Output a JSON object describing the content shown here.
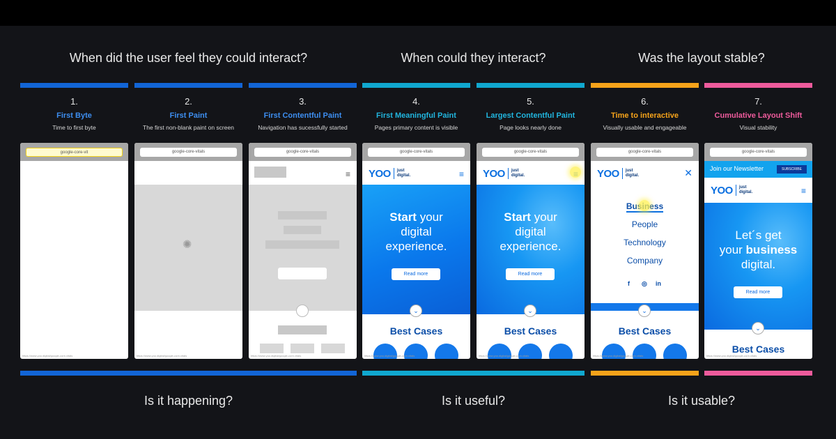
{
  "colors": {
    "blue_dark": "#1265d6",
    "teal": "#10a8cf",
    "orange": "#f6a31a",
    "pink": "#ee5b9c",
    "step_blue": "#3d8ef0",
    "step_teal": "#21b5de"
  },
  "questions": {
    "q1": "When did the user feel they could interact?",
    "q2": "When could they interact?",
    "q3": "Was the layout stable?"
  },
  "bottom": {
    "b1": "Is it happening?",
    "b2": "Is it useful?",
    "b3": "Is it usable?"
  },
  "steps": [
    {
      "num": "1.",
      "name": "First Byte",
      "desc": "Time to first byte",
      "url": "google-core-vit"
    },
    {
      "num": "2.",
      "name": "First Paint",
      "desc": "The first non-blank paint on screen",
      "url": "google-core-vitals"
    },
    {
      "num": "3.",
      "name": "First Contentful Paint",
      "desc": "Navigation has sucessfully started",
      "url": "google-core-vitals"
    },
    {
      "num": "4.",
      "name": "First Meaningful Paint",
      "desc": "Pages primary content is visible",
      "url": "google-core-vitals"
    },
    {
      "num": "5.",
      "name": "Largest Contentful Paint",
      "desc": "Page looks nearly done",
      "url": "google-core-vitals"
    },
    {
      "num": "6.",
      "name": "Time to interactive",
      "desc": "Visually usable and engageable",
      "url": "google-core-vitals"
    },
    {
      "num": "7.",
      "name": "Cumulative Layout Shift",
      "desc": "Visual stability",
      "url": "google-core-vitals"
    }
  ],
  "footer_url": "https://www.yoo.digital/google-core-vitals",
  "site": {
    "logo": "YOO",
    "tagline_1": "just",
    "tagline_2": "digital.",
    "hero_bold": "Start",
    "hero_rest_1": " your",
    "hero_line_2": "digital",
    "hero_line_3": "experience.",
    "read_more": "Read more",
    "best_cases": "Best Cases",
    "menu": [
      "Business",
      "People",
      "Technology",
      "Company"
    ],
    "social": [
      "f",
      "◎",
      "in"
    ],
    "newsletter": "Join our Newsletter",
    "subscribe": "SUBSCRIBE",
    "hero7_line_1": "Let´s get",
    "hero7_pre": "your ",
    "hero7_bold": "business",
    "hero7_line_3": "digital."
  }
}
